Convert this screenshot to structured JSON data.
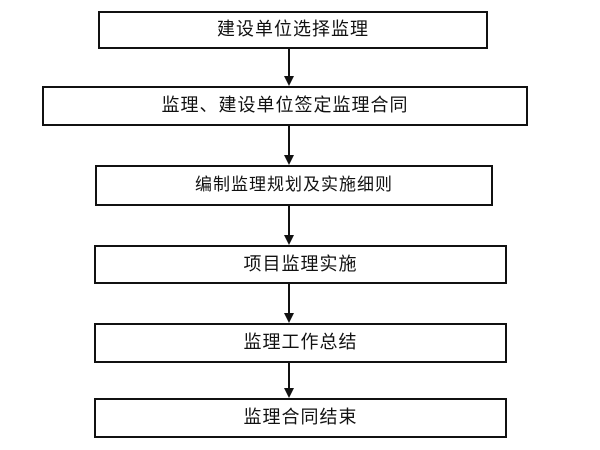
{
  "flowchart": {
    "steps": [
      {
        "label": "建设单位选择监理"
      },
      {
        "label": "监理、建设单位签定监理合同"
      },
      {
        "label": "编制监理规划及实施细则"
      },
      {
        "label": "项目监理实施"
      },
      {
        "label": "监理工作总结"
      },
      {
        "label": "监理合同结束"
      }
    ]
  },
  "colors": {
    "background": "#ffffff",
    "stroke": "#111111",
    "text": "#111111"
  }
}
